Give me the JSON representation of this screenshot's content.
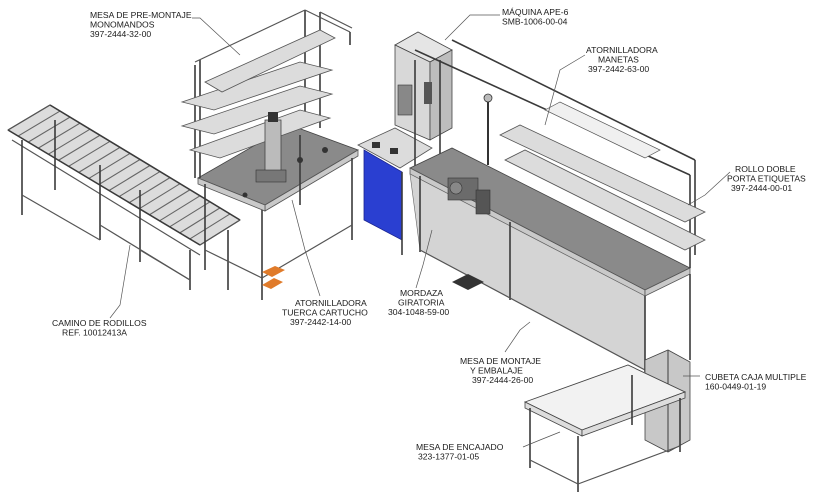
{
  "labels": [
    {
      "id": "mesa-premontaje",
      "lines": [
        "MESA DE PRE-MONTAJE",
        "MONOMANDOS",
        "397-2444-32-00"
      ]
    },
    {
      "id": "maquina-ape6",
      "lines": [
        "MÁQUINA APE-6",
        "SMB-1006-00-04"
      ]
    },
    {
      "id": "atornilladora-manetas",
      "lines": [
        "ATORNILLADORA",
        "MANETAS",
        "397-2442-63-00"
      ]
    },
    {
      "id": "rollo-doble",
      "lines": [
        "ROLLO DOBLE",
        "PORTA ETIQUETAS",
        "397-2444-00-01"
      ]
    },
    {
      "id": "camino-rodillos",
      "lines": [
        "CAMINO DE RODILLOS",
        "REF. 10012413A"
      ]
    },
    {
      "id": "atornilladora-tuerca",
      "lines": [
        "ATORNILLADORA",
        "TUERCA CARTUCHO",
        "397-2442-14-00"
      ]
    },
    {
      "id": "mordaza-giratoria",
      "lines": [
        "MORDAZA",
        "GIRATORIA",
        "304-1048-59-00"
      ]
    },
    {
      "id": "mesa-montaje",
      "lines": [
        "MESA DE MONTAJE",
        "Y EMBALAJE",
        "397-2444-26-00"
      ]
    },
    {
      "id": "cubeta-caja",
      "lines": [
        "CUBETA CAJA MULTIPLE",
        "160-0449-01-19"
      ]
    },
    {
      "id": "mesa-encajado",
      "lines": [
        "MESA DE ENCAJADO",
        "323-1377-01-05"
      ]
    }
  ],
  "colors": {
    "line": "#555555",
    "blue_panel": "#2a3fd1",
    "table_top": "#8a8a8a",
    "pedal": "#e07b2a"
  }
}
